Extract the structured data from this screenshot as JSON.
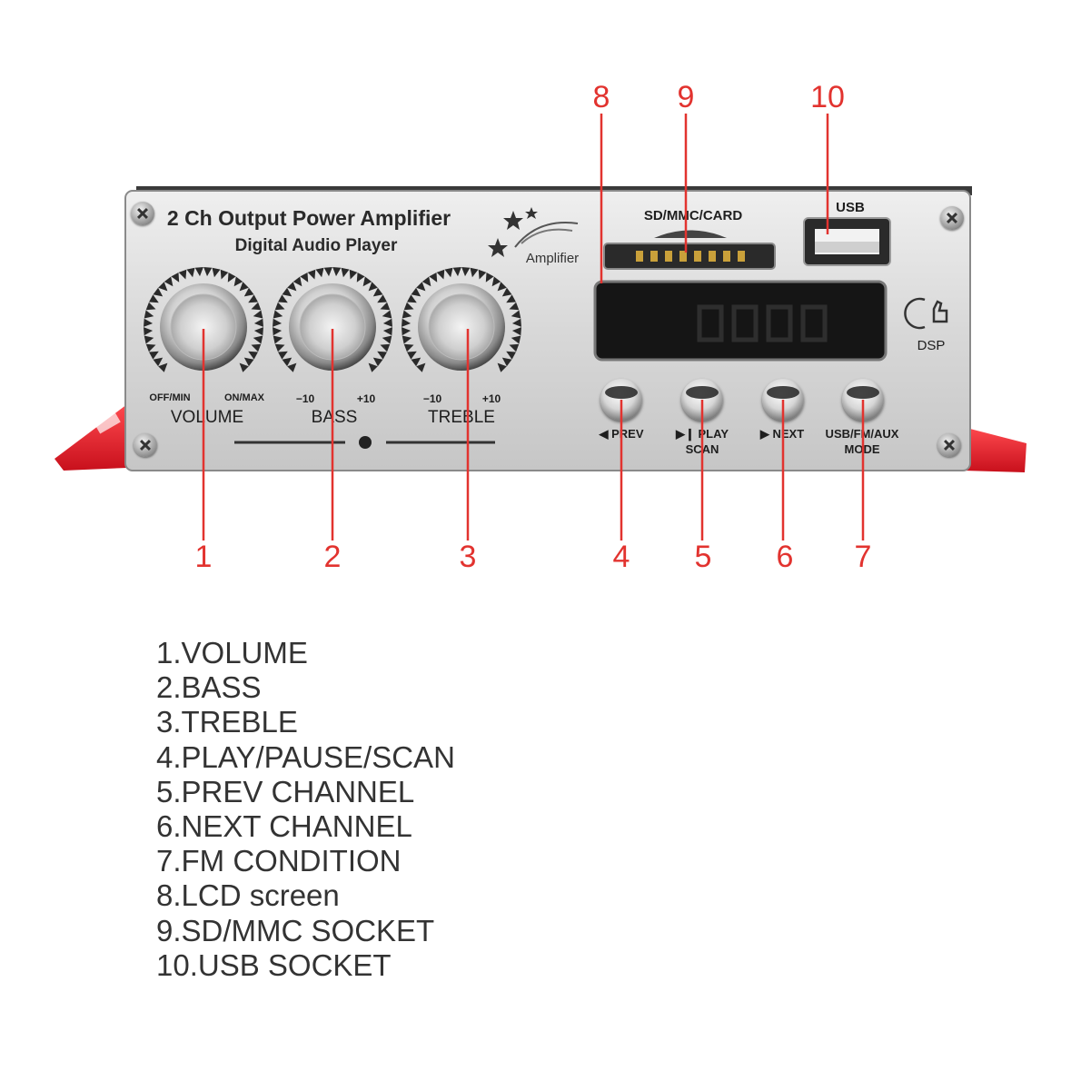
{
  "panel": {
    "title": "2 Ch Output Power Amplifier",
    "subtitle": "Digital Audio Player",
    "logo_text": "Amplifier",
    "card_slot_label": "SD/MMC/CARD",
    "usb_label": "USB",
    "dsp_label": "DSP",
    "knobs": [
      {
        "name": "VOLUME",
        "min_label": "OFF/MIN",
        "max_label": "ON/MAX"
      },
      {
        "name": "BASS",
        "min_label": "−10",
        "max_label": "+10"
      },
      {
        "name": "TREBLE",
        "min_label": "−10",
        "max_label": "+10"
      }
    ],
    "buttons": [
      {
        "line1": "◀ PREV",
        "line2": ""
      },
      {
        "line1": "▶❙ PLAY",
        "line2": "SCAN"
      },
      {
        "line1": "▶ NEXT",
        "line2": ""
      },
      {
        "line1": "USB/FM/AUX",
        "line2": "MODE"
      }
    ]
  },
  "callouts": [
    "1",
    "2",
    "3",
    "4",
    "5",
    "6",
    "7",
    "8",
    "9",
    "10"
  ],
  "legend": [
    "1.VOLUME",
    "2.BASS",
    "3.TREBLE",
    "4.PLAY/PAUSE/SCAN",
    "5.PREV CHANNEL",
    "6.NEXT CHANNEL",
    "7.FM CONDITION",
    "8.LCD screen",
    "9.SD/MMC SOCKET",
    "10.USB SOCKET"
  ],
  "colors": {
    "callout": "#e2332f",
    "chassis_red": "#e0202a",
    "panel_silver": "#d9d9d9"
  }
}
